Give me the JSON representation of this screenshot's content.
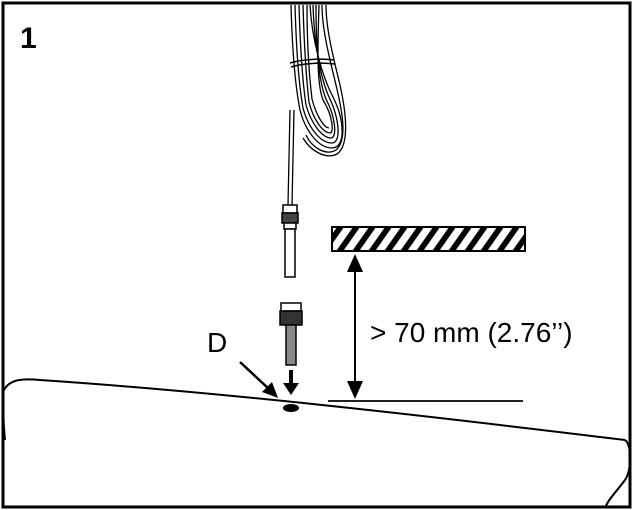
{
  "step_number": "1",
  "callout_letter": "D",
  "clearance_label": "> 70 mm (2.76’’)"
}
